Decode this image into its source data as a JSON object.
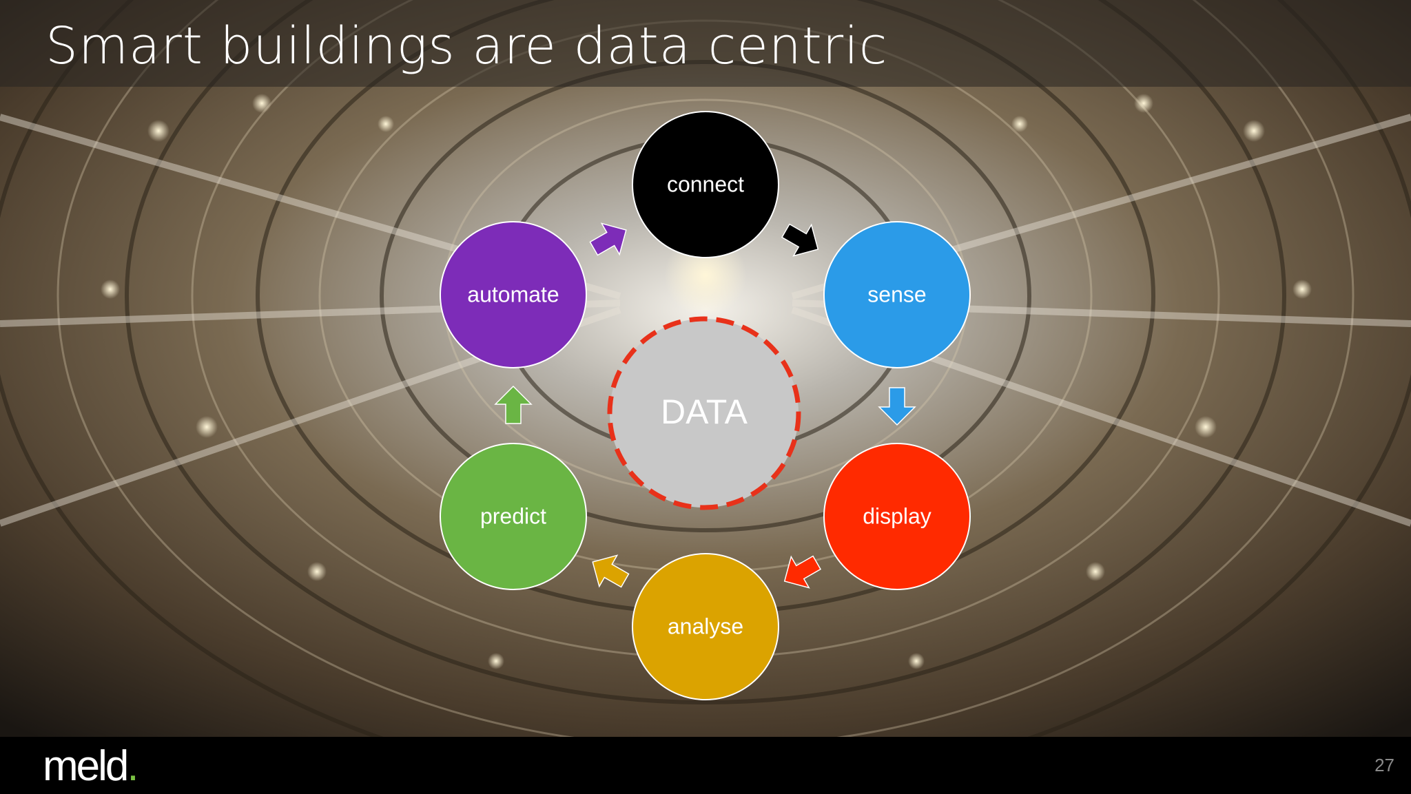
{
  "title": "Smart buildings are data centric",
  "center": {
    "label": "DATA",
    "fill": "#c8c8c8",
    "border": "#e8311a"
  },
  "nodes": [
    {
      "id": "connect",
      "label": "connect",
      "color": "#000000"
    },
    {
      "id": "sense",
      "label": "sense",
      "color": "#2b9be8"
    },
    {
      "id": "display",
      "label": "display",
      "color": "#ff2a00"
    },
    {
      "id": "analyse",
      "label": "analyse",
      "color": "#dba300"
    },
    {
      "id": "predict",
      "label": "predict",
      "color": "#6ab544"
    },
    {
      "id": "automate",
      "label": "automate",
      "color": "#7d2cb8"
    }
  ],
  "arrows": [
    {
      "from": "connect",
      "to": "sense",
      "color": "#000000"
    },
    {
      "from": "sense",
      "to": "display",
      "color": "#2b9be8"
    },
    {
      "from": "display",
      "to": "analyse",
      "color": "#ff2a00"
    },
    {
      "from": "analyse",
      "to": "predict",
      "color": "#dba300"
    },
    {
      "from": "predict",
      "to": "automate",
      "color": "#6ab544"
    },
    {
      "from": "automate",
      "to": "connect",
      "color": "#7d2cb8"
    }
  ],
  "footer": {
    "logo_text": "meld",
    "logo_dot": ".",
    "logo_dot_color": "#7ac143",
    "page_number": "27"
  }
}
